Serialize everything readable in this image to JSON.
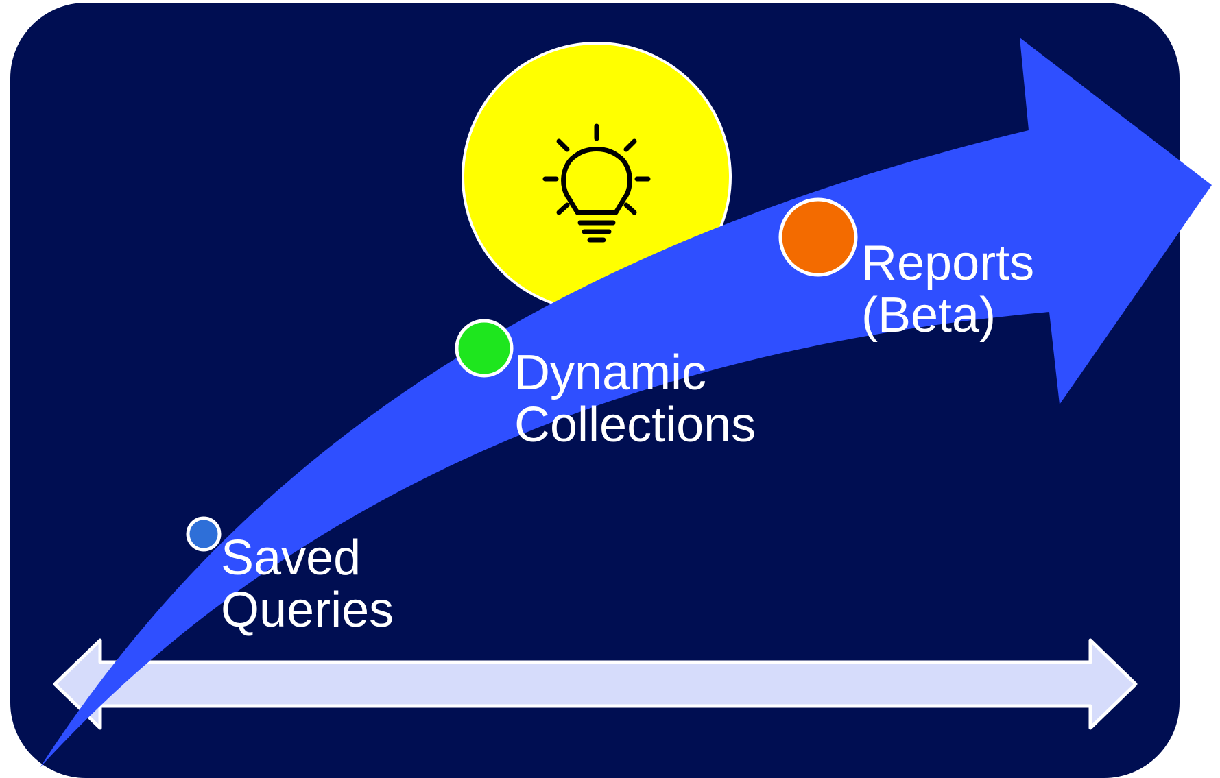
{
  "colors": {
    "background_panel": "#000e52",
    "arrow_fill": "#2f4fff",
    "bulb_circle": "#ffff00",
    "timeline_bar": "#d6dcfb",
    "milestone_saved_queries": "#2e6fd8",
    "milestone_dynamic_collections": "#1ee61e",
    "milestone_reports": "#f36b00",
    "text": "#ffffff"
  },
  "icons": {
    "idea": "lightbulb-icon"
  },
  "milestones": [
    {
      "id": "saved-queries",
      "line1": "Saved",
      "line2": "Queries",
      "color_key": "milestone_saved_queries"
    },
    {
      "id": "dynamic-collections",
      "line1": "Dynamic",
      "line2": "Collections",
      "color_key": "milestone_dynamic_collections"
    },
    {
      "id": "reports-beta",
      "line1": "Reports",
      "line2": "(Beta)",
      "color_key": "milestone_reports"
    }
  ]
}
